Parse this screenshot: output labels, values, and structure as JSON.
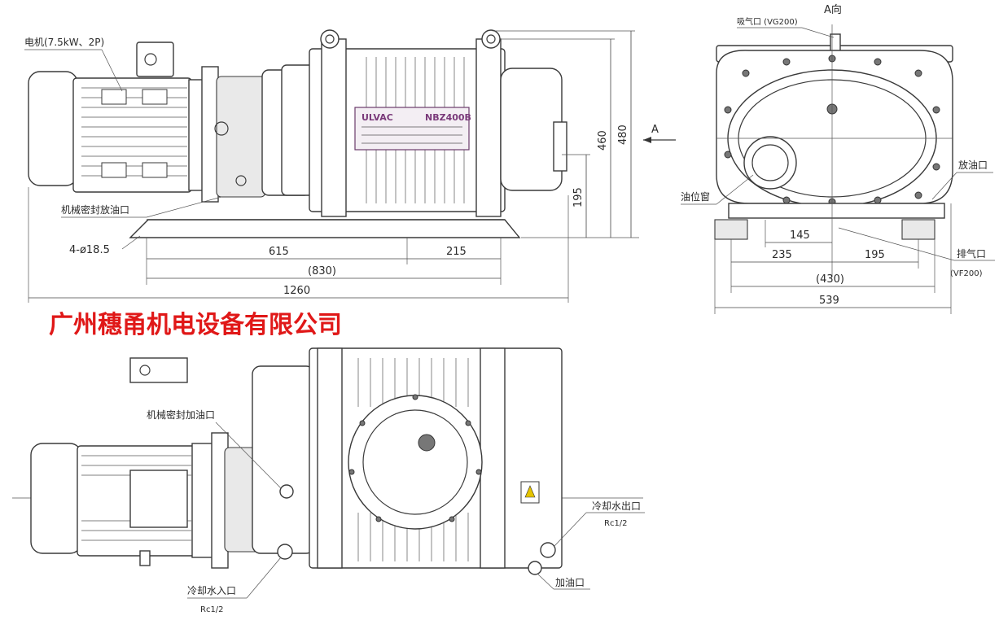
{
  "company": "广州穗甬机电设备有限公司",
  "nameplate": {
    "brand": "ULVAC",
    "model": "NBZ400B"
  },
  "view_direction": "A向",
  "labels": {
    "motor": "电机(7.5kW、2P)",
    "seal_drain": "机械密封放油口",
    "mount_holes": "4-ø18.5",
    "inlet": "吸气口 (VG200)",
    "drain": "放油口",
    "oil_window": "油位窗",
    "exhaust": "排气口",
    "exhaust_spec": "(VF200)",
    "seal_fill": "机械密封加油口",
    "cool_out": "冷却水出口",
    "cool_out_spec": "Rc1/2",
    "cool_in": "冷却水入口",
    "cool_in_spec": "Rc1/2",
    "oil_fill": "加油口",
    "arrow_a": "A"
  },
  "dimensions": {
    "d615": "615",
    "d215": "215",
    "d830": "(830)",
    "d1260": "1260",
    "d460": "460",
    "d480": "480",
    "d195v": "195",
    "d145": "145",
    "d235": "235",
    "d195h": "195",
    "d430": "(430)",
    "d539": "539"
  }
}
